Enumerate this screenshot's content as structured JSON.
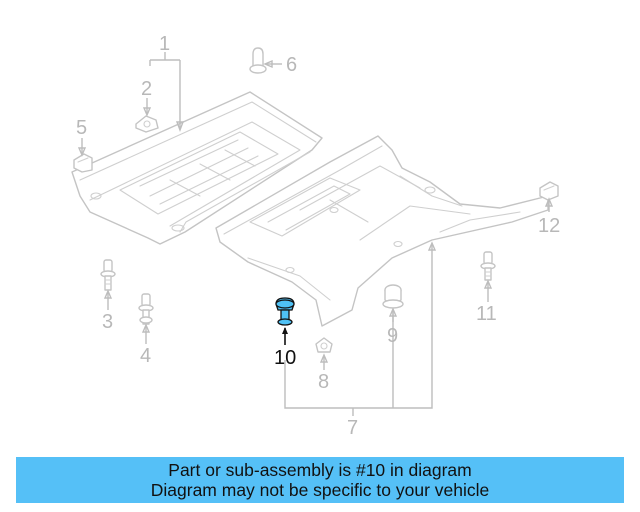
{
  "diagram": {
    "callouts": [
      {
        "id": "1",
        "label": "1"
      },
      {
        "id": "2",
        "label": "2"
      },
      {
        "id": "3",
        "label": "3"
      },
      {
        "id": "4",
        "label": "4"
      },
      {
        "id": "5",
        "label": "5"
      },
      {
        "id": "6",
        "label": "6"
      },
      {
        "id": "7",
        "label": "7"
      },
      {
        "id": "8",
        "label": "8"
      },
      {
        "id": "9",
        "label": "9"
      },
      {
        "id": "10",
        "label": "10"
      },
      {
        "id": "11",
        "label": "11"
      },
      {
        "id": "12",
        "label": "12"
      }
    ],
    "highlighted_part": "10",
    "colors": {
      "highlight_fill": "#4fc1f5",
      "banner_bg": "#55c0f7",
      "part_stroke": "#c4c4c4",
      "callout_text": "#b8b8b8",
      "highlight_text": "#111111"
    }
  },
  "banner": {
    "line1": "Part or sub-assembly is #10 in diagram",
    "line2": "Diagram may not be specific to your vehicle"
  }
}
